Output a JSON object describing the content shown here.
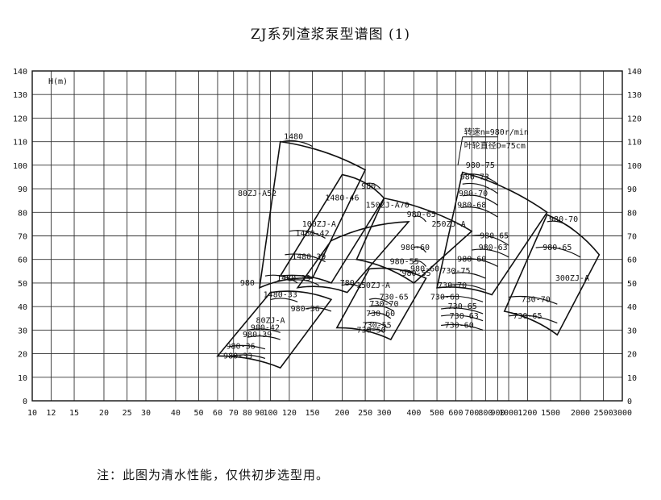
{
  "chart_data": {
    "type": "line",
    "title": "ZJ系列渣浆泵型谱图 (1)",
    "ylabel": "H(m)",
    "xlabel": "",
    "x_scale": "log",
    "x_ticks": [
      10,
      12,
      15,
      20,
      25,
      30,
      40,
      50,
      60,
      70,
      80,
      90,
      100,
      120,
      150,
      200,
      250,
      300,
      400,
      500,
      600,
      700,
      800,
      900,
      1000,
      1200,
      1500,
      2000,
      2500,
      3000
    ],
    "x_tick_labels": [
      "10",
      "12",
      "15",
      "20",
      "25",
      "30",
      "40",
      "50",
      "60",
      "70",
      "80",
      "90",
      "100",
      "120",
      "150",
      "200",
      "250",
      "300",
      "400",
      "500",
      "600",
      "700",
      "800",
      "900",
      "1000",
      "1200",
      "1500",
      "2000",
      "2500",
      "3000"
    ],
    "xlim": [
      10,
      3000
    ],
    "ylim": [
      0,
      140
    ],
    "y_ticks": [
      0,
      10,
      20,
      30,
      40,
      50,
      60,
      70,
      80,
      90,
      100,
      110,
      120,
      130,
      140
    ],
    "grid": true,
    "note_block": [
      "转速n=980r/min",
      "叶轮直径D=75cm"
    ],
    "series": [
      {
        "name": "80ZJ-A52",
        "quad": [
          [
            90,
            48
          ],
          [
            110,
            110
          ],
          [
            250,
            98
          ],
          [
            150,
            52
          ]
        ],
        "arcs": [
          {
            "label": "980",
            "x": [
              95,
              130
            ],
            "y": [
              53,
              50
            ]
          },
          {
            "label": "1480",
            "x": [
              112,
              150
            ],
            "y": [
              110,
              108
            ]
          }
        ]
      },
      {
        "name": "1480-46",
        "quad": [
          [
            110,
            53
          ],
          [
            200,
            96
          ],
          [
            300,
            86
          ],
          [
            180,
            50
          ]
        ],
        "arcs": [
          {
            "label": "1480-42",
            "x": [
              120,
              170
            ],
            "y": [
              72,
              69
            ]
          },
          {
            "label": "1480-39",
            "x": [
              115,
              170
            ],
            "y": [
              62,
              59
            ]
          },
          {
            "label": "980",
            "x": [
              250,
              290
            ],
            "y": [
              92,
              90
            ]
          }
        ]
      },
      {
        "name": "100ZJ-A",
        "quad": [
          [
            130,
            48
          ],
          [
            180,
            68
          ],
          [
            380,
            76
          ],
          [
            210,
            46
          ]
        ],
        "arcs": [
          {
            "label": "1480-33",
            "x": [
              120,
              160
            ],
            "y": [
              51,
              49
            ]
          },
          {
            "label": "980-36",
            "x": [
              140,
              180
            ],
            "y": [
              39,
              38
            ]
          }
        ]
      },
      {
        "name": "80ZJ-A",
        "quad": [
          [
            60,
            19
          ],
          [
            100,
            46
          ],
          [
            180,
            43
          ],
          [
            110,
            14
          ]
        ],
        "arcs": [
          {
            "label": "980-42",
            "x": [
              80,
              110
            ],
            "y": [
              30,
              29
            ]
          },
          {
            "label": "980-39",
            "x": [
              80,
              110
            ],
            "y": [
              27,
              26
            ]
          },
          {
            "label": "980-36",
            "x": [
              67,
              95
            ],
            "y": [
              23,
              22
            ]
          },
          {
            "label": "980-33",
            "x": [
              68,
              95
            ],
            "y": [
              19,
              18
            ]
          },
          {
            "label": "1480-33",
            "x": [
              100,
              130
            ],
            "y": [
              43,
              42
            ]
          }
        ]
      },
      {
        "name": "150ZJ-A70",
        "quad": [
          [
            230,
            60
          ],
          [
            300,
            86
          ],
          [
            700,
            72
          ],
          [
            400,
            50
          ]
        ],
        "arcs": [
          {
            "label": "980-65",
            "x": [
              400,
              450
            ],
            "y": [
              78,
              76
            ]
          },
          {
            "label": "980-60",
            "x": [
              400,
              450
            ],
            "y": [
              65,
              63
            ]
          },
          {
            "label": "980-55",
            "x": [
              400,
              450
            ],
            "y": [
              59,
              57
            ]
          },
          {
            "label": "980-60",
            "x": [
              350,
              400
            ],
            "y": [
              55,
              54
            ]
          }
        ]
      },
      {
        "name": "150ZJ-A",
        "quad": [
          [
            190,
            31
          ],
          [
            260,
            56
          ],
          [
            450,
            52
          ],
          [
            320,
            26
          ]
        ],
        "arcs": [
          {
            "label": "730-70",
            "x": [
              260,
              330
            ],
            "y": [
              40,
              38
            ]
          },
          {
            "label": "730-65",
            "x": [
              260,
              320
            ],
            "y": [
              43,
              41
            ]
          },
          {
            "label": "730-60",
            "x": [
              260,
              320
            ],
            "y": [
              37,
              35
            ]
          },
          {
            "label": "730-55",
            "x": [
              250,
              310
            ],
            "y": [
              33,
              31
            ]
          },
          {
            "label": "730-50",
            "x": [
              250,
              300
            ],
            "y": [
              30,
              29
            ]
          },
          {
            "label": "780",
            "x": [
              200,
              240
            ],
            "y": [
              49,
              48
            ]
          }
        ]
      },
      {
        "name": "250ZJ-A",
        "quad": [
          [
            500,
            48
          ],
          [
            640,
            97
          ],
          [
            1450,
            80
          ],
          [
            850,
            45
          ]
        ],
        "arcs": [
          {
            "label": "980-75",
            "x": [
              650,
              900
            ],
            "y": [
              96,
              92
            ]
          },
          {
            "label": "980-73",
            "x": [
              640,
              900
            ],
            "y": [
              92,
              88
            ]
          },
          {
            "label": "980-70",
            "x": [
              640,
              900
            ],
            "y": [
              87,
              83
            ]
          },
          {
            "label": "980-68",
            "x": [
              630,
              900
            ],
            "y": [
              82,
              78
            ]
          },
          {
            "label": "980-65",
            "x": [
              700,
              1000
            ],
            "y": [
              70,
              66
            ]
          },
          {
            "label": "980-63",
            "x": [
              700,
              1000
            ],
            "y": [
              64,
              61
            ]
          },
          {
            "label": "980-60",
            "x": [
              620,
              900
            ],
            "y": [
              60,
              57
            ]
          },
          {
            "label": "730-75",
            "x": [
              580,
              800
            ],
            "y": [
              54,
              52
            ]
          },
          {
            "label": "730-70",
            "x": [
              560,
              800
            ],
            "y": [
              49,
              47
            ]
          },
          {
            "label": "730-68",
            "x": [
              520,
              780
            ],
            "y": [
              44,
              42
            ]
          },
          {
            "label": "730-65",
            "x": [
              520,
              780
            ],
            "y": [
              39,
              37
            ]
          },
          {
            "label": "730-63",
            "x": [
              520,
              780
            ],
            "y": [
              36,
              34
            ]
          },
          {
            "label": "730-60",
            "x": [
              520,
              780
            ],
            "y": [
              32,
              30
            ]
          }
        ]
      },
      {
        "name": "300ZJ-A",
        "quad": [
          [
            960,
            38
          ],
          [
            1450,
            79
          ],
          [
            2400,
            62
          ],
          [
            1600,
            28
          ]
        ],
        "arcs": [
          {
            "label": "980-70",
            "x": [
              1450,
              1900
            ],
            "y": [
              76,
              72
            ]
          },
          {
            "label": "980-65",
            "x": [
              1300,
              2000
            ],
            "y": [
              65,
              61
            ]
          },
          {
            "label": "730-70",
            "x": [
              1000,
              1600
            ],
            "y": [
              44,
              41
            ]
          },
          {
            "label": "730-65",
            "x": [
              1000,
              1600
            ],
            "y": [
              36,
              33
            ]
          }
        ]
      }
    ],
    "point_labels": [
      {
        "text": "1480",
        "x": 125,
        "y": 111
      },
      {
        "text": "80ZJ-A52",
        "x": 88,
        "y": 87
      },
      {
        "text": "1480-46",
        "x": 200,
        "y": 85
      },
      {
        "text": "980",
        "x": 258,
        "y": 90
      },
      {
        "text": "150ZJ-A70",
        "x": 310,
        "y": 82
      },
      {
        "text": "980-65",
        "x": 430,
        "y": 78
      },
      {
        "text": "100ZJ-A",
        "x": 160,
        "y": 74
      },
      {
        "text": "1480-42",
        "x": 150,
        "y": 70
      },
      {
        "text": "1480-39",
        "x": 145,
        "y": 60
      },
      {
        "text": "980",
        "x": 80,
        "y": 49
      },
      {
        "text": "1480-33",
        "x": 125,
        "y": 51
      },
      {
        "text": "1480-33",
        "x": 110,
        "y": 44
      },
      {
        "text": "980-36",
        "x": 140,
        "y": 38
      },
      {
        "text": "80ZJ-A",
        "x": 100,
        "y": 33
      },
      {
        "text": "980-42",
        "x": 95,
        "y": 30
      },
      {
        "text": "980-39",
        "x": 88,
        "y": 27
      },
      {
        "text": "980-36",
        "x": 75,
        "y": 22
      },
      {
        "text": "980-33",
        "x": 73,
        "y": 18
      },
      {
        "text": "780",
        "x": 210,
        "y": 49
      },
      {
        "text": "150ZJ-A",
        "x": 270,
        "y": 48
      },
      {
        "text": "980-60",
        "x": 405,
        "y": 64
      },
      {
        "text": "980-55",
        "x": 365,
        "y": 58
      },
      {
        "text": "980-55",
        "x": 410,
        "y": 53
      },
      {
        "text": "980-60",
        "x": 445,
        "y": 55
      },
      {
        "text": "730-70",
        "x": 300,
        "y": 40
      },
      {
        "text": "730-65",
        "x": 330,
        "y": 43
      },
      {
        "text": "730-60",
        "x": 290,
        "y": 36
      },
      {
        "text": "730-55",
        "x": 280,
        "y": 31
      },
      {
        "text": "730-50",
        "x": 265,
        "y": 29
      },
      {
        "text": "980-75",
        "x": 760,
        "y": 99
      },
      {
        "text": "980-73",
        "x": 720,
        "y": 94
      },
      {
        "text": "980-70",
        "x": 710,
        "y": 87
      },
      {
        "text": "980-68",
        "x": 700,
        "y": 82
      },
      {
        "text": "250ZJ-A",
        "x": 560,
        "y": 74
      },
      {
        "text": "980-65",
        "x": 870,
        "y": 69
      },
      {
        "text": "980-63",
        "x": 860,
        "y": 64
      },
      {
        "text": "980-60",
        "x": 700,
        "y": 59
      },
      {
        "text": "730-75",
        "x": 600,
        "y": 54
      },
      {
        "text": "730-70",
        "x": 580,
        "y": 48
      },
      {
        "text": "730-68",
        "x": 540,
        "y": 43
      },
      {
        "text": "730-65",
        "x": 640,
        "y": 39
      },
      {
        "text": "730-63",
        "x": 650,
        "y": 35
      },
      {
        "text": "730-60",
        "x": 620,
        "y": 31
      },
      {
        "text": "980-70",
        "x": 1700,
        "y": 76
      },
      {
        "text": "980-65",
        "x": 1600,
        "y": 64
      },
      {
        "text": "300ZJ-A",
        "x": 1850,
        "y": 51
      },
      {
        "text": "730-70",
        "x": 1300,
        "y": 42
      },
      {
        "text": "730-65",
        "x": 1200,
        "y": 35
      }
    ]
  },
  "note": "注：此图为清水性能，仅供初步选型用。",
  "colors": {
    "line": "#111111",
    "grid": "#333333",
    "background": "#ffffff"
  }
}
